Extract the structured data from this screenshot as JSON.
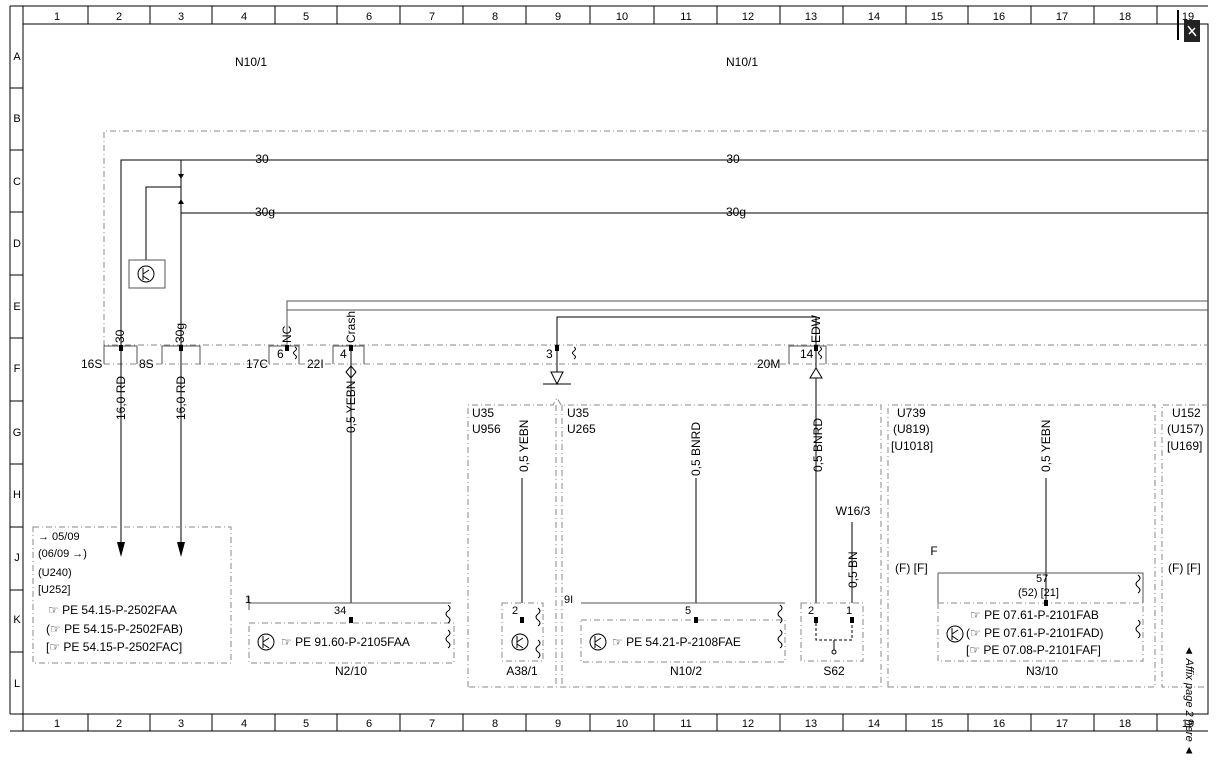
{
  "grid": {
    "columns": [
      "1",
      "2",
      "3",
      "4",
      "5",
      "6",
      "7",
      "8",
      "9",
      "10",
      "11",
      "12",
      "13",
      "14",
      "15",
      "16",
      "17",
      "18",
      "19"
    ],
    "rows": [
      "A",
      "B",
      "C",
      "D",
      "E",
      "F",
      "G",
      "H",
      "J",
      "K",
      "L"
    ]
  },
  "modules": {
    "left": "N10/1",
    "right": "N10/1"
  },
  "buses": {
    "b30_left": "30",
    "b30_right": "30",
    "b30g_left": "30g",
    "b30g_right": "30g"
  },
  "connector_labels": {
    "c30": "30",
    "c30g": "30g",
    "cnc": "NC",
    "ccrash": "Crash",
    "cedw": "EDW",
    "p16s": "16S",
    "p8s": "8S",
    "p17c": "17C",
    "p6": "6",
    "p22i": "22I",
    "p4": "4",
    "p3": "3",
    "p20m": "20M",
    "p14": "14"
  },
  "wires": {
    "w1": "16,0 RD",
    "w2": "16,0 RD",
    "w3": "0,5 YEBN",
    "w4": "0,5 YEBN",
    "w5": "0,5 BNRD",
    "w6": "0,5 BNRD",
    "w7": "0,5 YEBN",
    "w8": "0,5 BN"
  },
  "variants": {
    "u35a": "U35",
    "u956": "U956",
    "u35b": "U35",
    "u265": "U265",
    "u739": "U739",
    "u819": "(U819)",
    "u1018": "[U1018]",
    "u152": "U152",
    "u157": "(U157)",
    "u169": "[U169]"
  },
  "left_box": {
    "line1": "→ 05/09",
    "line2": "(06/09 →)",
    "line3": "(U240)",
    "line4": "[U252]",
    "ref1": "☞ PE 54.15-P-2502FAA",
    "ref2": "(☞ PE 54.15-P-2502FAB)",
    "ref3": "[☞ PE 54.15-P-2502FAC]"
  },
  "components": {
    "n2_10": {
      "name": "N2/10",
      "ref": "☞ PE 91.60-P-2105FAA",
      "pin": "34",
      "pin_left": "1"
    },
    "a38_1": {
      "name": "A38/1",
      "pin": "2"
    },
    "n10_2": {
      "name": "N10/2",
      "ref": "☞ PE 54.21-P-2108FAE",
      "pin": "5",
      "pin_left": "9I"
    },
    "s62": {
      "name": "S62",
      "pin1": "2",
      "pin2": "1"
    },
    "w16_3": {
      "name": "W16/3"
    },
    "n3_10": {
      "name": "N3/10",
      "pin": "57",
      "pin_alt": "(52) [21]",
      "f_top": "F",
      "f_left": "(F) [F]",
      "f_right": "(F) [F]",
      "ref1": "☞ PE 07.61-P-2101FAB",
      "ref2": "(☞ PE 07.61-P-2101FAD)",
      "ref3": "[☞ PE 07.08-P-2101FAF]"
    }
  },
  "side_note": "◄ Affix page 2 here ◄"
}
